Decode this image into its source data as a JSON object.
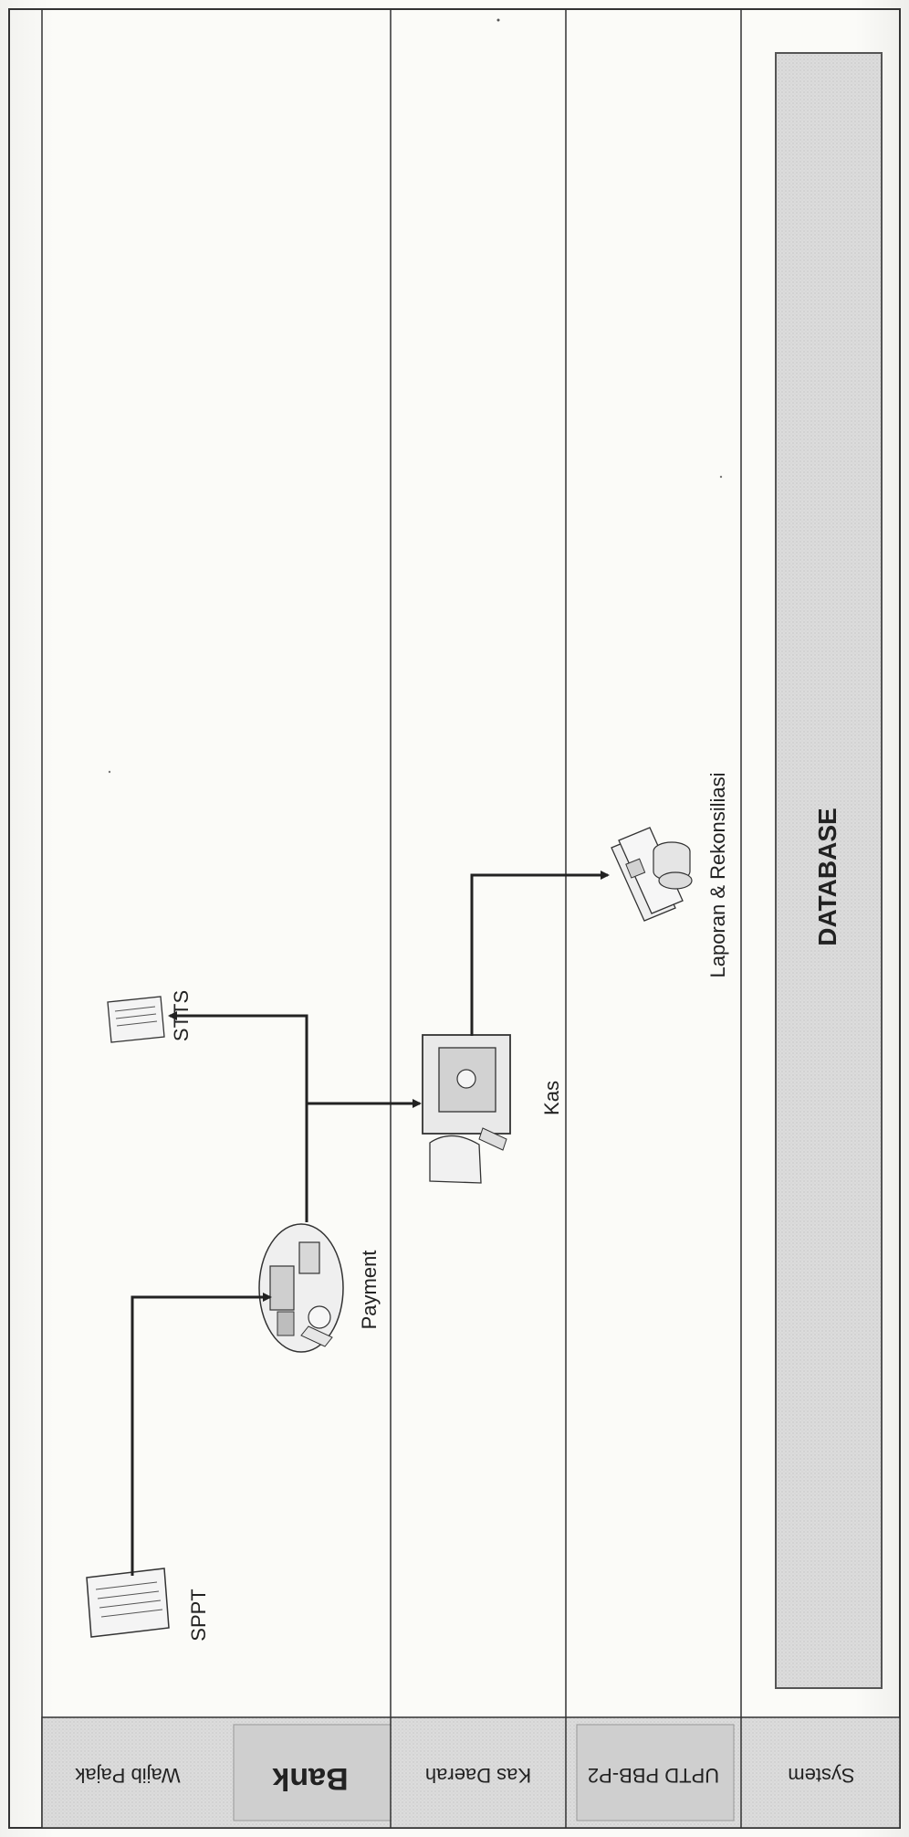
{
  "lanes": [
    {
      "id": "wajib-pajak",
      "label": "Wajib Pajak"
    },
    {
      "id": "bank",
      "label": "Bank"
    },
    {
      "id": "kas-daerah",
      "label": "Kas Daerah"
    },
    {
      "id": "uptd",
      "label": "UPTD PBB-P2"
    },
    {
      "id": "system",
      "label": "System"
    }
  ],
  "nodes": {
    "sppt": "SPPT",
    "payment": "Payment",
    "sttts": "STTS",
    "kas": "Kas",
    "laporan": "Laporan & Rekonsiliasi",
    "database": "DATABASE"
  },
  "colors": {
    "line": "#2b2b2b",
    "lane_header": "#d6d6d6",
    "database_fill": "#c9c9c9"
  }
}
